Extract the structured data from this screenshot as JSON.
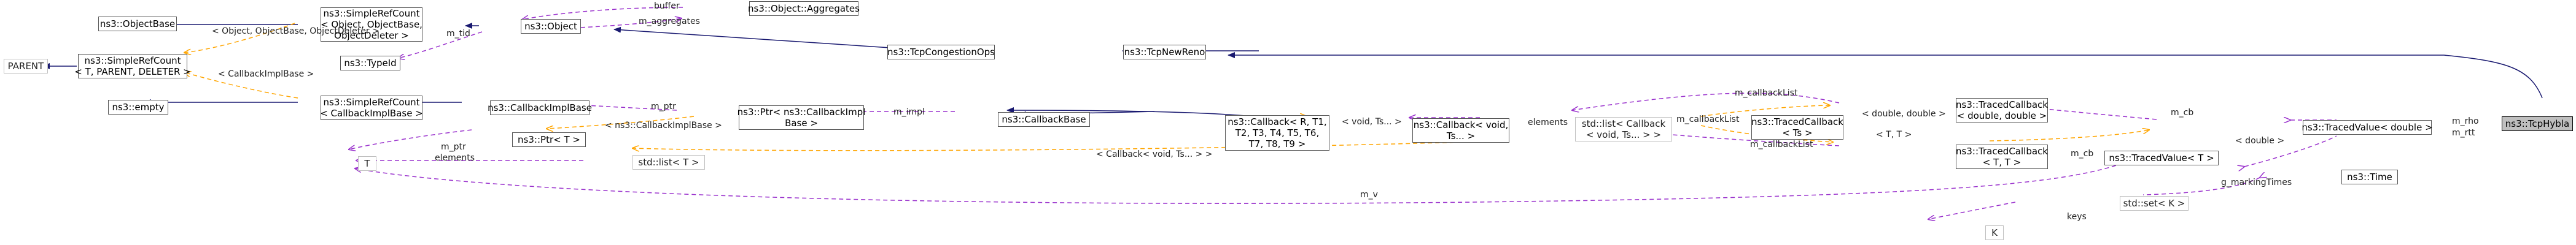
{
  "nodes": {
    "tcphybla": [
      "ns3::TcpHybla"
    ],
    "tcpnewreno": [
      "ns3::TcpNewReno"
    ],
    "tcpcongestionops": [
      "ns3::TcpCongestionOps"
    ],
    "object": [
      "ns3::Object"
    ],
    "objectaggregates": [
      "ns3::Object::Aggregates"
    ],
    "simplerefcount_object": [
      "ns3::SimpleRefCount",
      "< Object, ObjectBase,",
      "ObjectDeleter >"
    ],
    "objectbase": [
      "ns3::ObjectBase"
    ],
    "typeid": [
      "ns3::TypeId"
    ],
    "simplerefcount_t": [
      "ns3::SimpleRefCount",
      "< T, PARENT, DELETER >"
    ],
    "parent": [
      "PARENT"
    ],
    "empty": [
      "ns3::empty"
    ],
    "simplerefcount_cb": [
      "ns3::SimpleRefCount",
      "< CallbackImplBase >"
    ],
    "callbackimplbase": [
      "ns3::CallbackImplBase"
    ],
    "ptr_cbimpl": [
      "ns3::Ptr< ns3::CallbackImpl",
      "Base >"
    ],
    "ptr_t": [
      "ns3::Ptr< T >"
    ],
    "t": [
      "T"
    ],
    "list_t": [
      "std::list< T >"
    ],
    "callbackbase": [
      "ns3::CallbackBase"
    ],
    "callback_r": [
      "ns3::Callback< R, T1,",
      "T2, T3, T4, T5, T6,",
      "T7, T8, T9 >"
    ],
    "callback_void": [
      "ns3::Callback< void,",
      "Ts... >"
    ],
    "list_callback": [
      "std::list< Callback",
      "< void, Ts... > >"
    ],
    "tracedcallback_double": [
      "ns3::TracedCallback",
      "< double, double >"
    ],
    "tracedcallback_ts": [
      "ns3::TracedCallback",
      "< Ts >"
    ],
    "tracedcallback_tt": [
      "ns3::TracedCallback",
      "< T, T >"
    ],
    "tracedvalue_double": [
      "ns3::TracedValue< double >"
    ],
    "tracedvalue_t": [
      "ns3::TracedValue< T >"
    ],
    "time": [
      "ns3::Time"
    ],
    "set_k": [
      "std::set< K >"
    ],
    "k": [
      "K"
    ]
  },
  "edge_labels": {
    "buffer": "buffer",
    "m_aggregates": "m_aggregates",
    "m_tid": "m_tid",
    "object_objectbase_objectdeleter": "< Object, ObjectBase, ObjectDeleter >",
    "callbackimplbase": "< CallbackImplBase >",
    "m_ptr_cb": "m_ptr",
    "ns3_callbackimplbase": "< ns3::CallbackImplBase >",
    "m_ptr_t": "m_ptr",
    "elements_t": "elements",
    "m_impl": "m_impl",
    "void_ts": "< void, Ts... >",
    "elements_cb": "elements",
    "callback_void_ts": "< Callback< void, Ts... > >",
    "m_callbacklist_top": "m_callbackList",
    "m_callbacklist_mid": "m_callbackList",
    "m_callbacklist_bot": "m_callbackList",
    "double_double": "< double, double >",
    "t_t": "< T, T >",
    "m_cb_top": "m_cb",
    "m_cb_bot": "m_cb",
    "double": "< double >",
    "m_v": "m_v",
    "m_rho": "m_rho",
    "m_rtt": "m_rtt",
    "g_markingtimes": "g_markingTimes",
    "keys": "keys"
  },
  "colors": {
    "inheritance": "#191970",
    "usage": "#9a32cd",
    "template": "#ffa500",
    "focus_fill": "#bfbfbf"
  }
}
